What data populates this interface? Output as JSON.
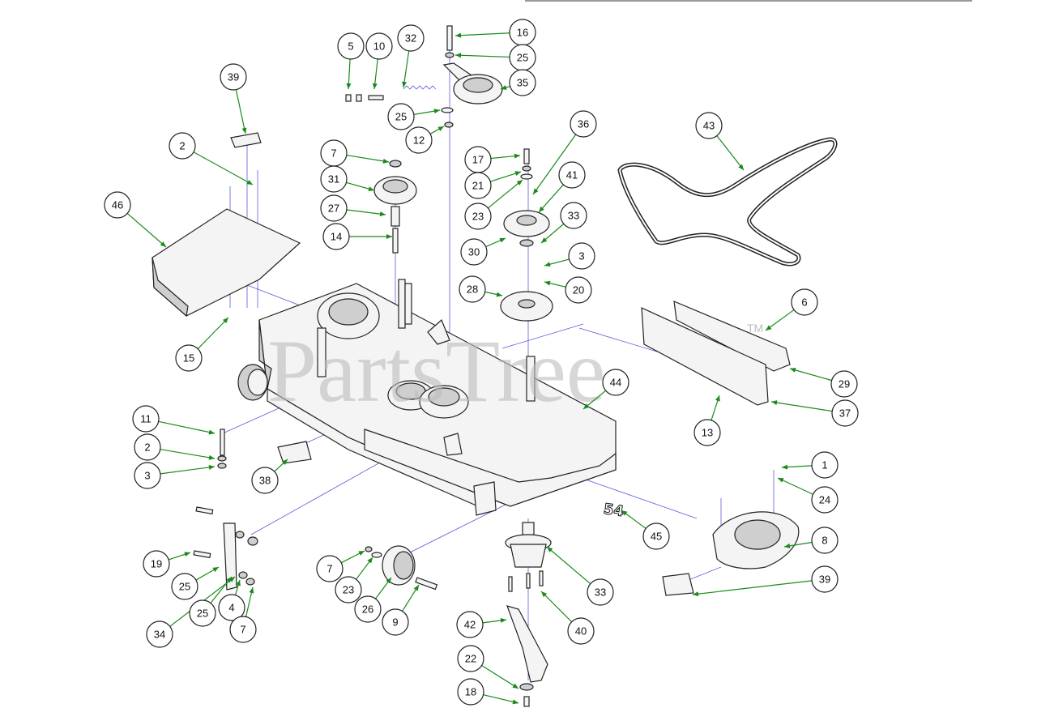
{
  "watermark": {
    "text": "PartsTree",
    "tm": "TM"
  },
  "decal_text": "54",
  "callouts": [
    {
      "label": "5"
    },
    {
      "label": "10"
    },
    {
      "label": "32"
    },
    {
      "label": "16"
    },
    {
      "label": "25"
    },
    {
      "label": "35"
    },
    {
      "label": "25"
    },
    {
      "label": "12"
    },
    {
      "label": "39"
    },
    {
      "label": "2"
    },
    {
      "label": "46"
    },
    {
      "label": "7"
    },
    {
      "label": "31"
    },
    {
      "label": "27"
    },
    {
      "label": "14"
    },
    {
      "label": "17"
    },
    {
      "label": "21"
    },
    {
      "label": "23"
    },
    {
      "label": "36"
    },
    {
      "label": "41"
    },
    {
      "label": "33"
    },
    {
      "label": "30"
    },
    {
      "label": "3"
    },
    {
      "label": "28"
    },
    {
      "label": "20"
    },
    {
      "label": "43"
    },
    {
      "label": "6"
    },
    {
      "label": "15"
    },
    {
      "label": "29"
    },
    {
      "label": "44"
    },
    {
      "label": "37"
    },
    {
      "label": "13"
    },
    {
      "label": "11"
    },
    {
      "label": "2"
    },
    {
      "label": "3"
    },
    {
      "label": "38"
    },
    {
      "label": "1"
    },
    {
      "label": "24"
    },
    {
      "label": "8"
    },
    {
      "label": "45"
    },
    {
      "label": "19"
    },
    {
      "label": "25"
    },
    {
      "label": "34"
    },
    {
      "label": "25"
    },
    {
      "label": "4"
    },
    {
      "label": "7"
    },
    {
      "label": "7"
    },
    {
      "label": "23"
    },
    {
      "label": "26"
    },
    {
      "label": "9"
    },
    {
      "label": "33"
    },
    {
      "label": "40"
    },
    {
      "label": "39"
    },
    {
      "label": "42"
    },
    {
      "label": "22"
    },
    {
      "label": "18"
    }
  ]
}
